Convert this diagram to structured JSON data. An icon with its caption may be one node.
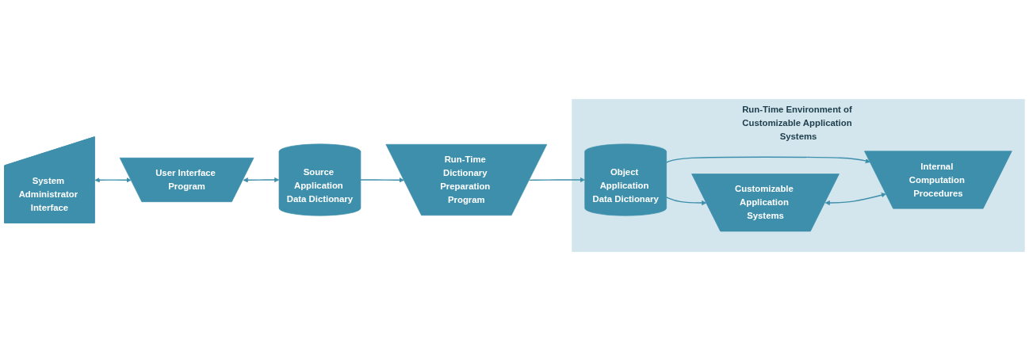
{
  "diagram": {
    "nodes": [
      {
        "text": [
          "System Administrator Interface"
        ]
      },
      {
        "text": [
          "User Interface Program"
        ]
      },
      {
        "text": [
          "Source Application Data Dictionary"
        ]
      },
      {
        "text": [
          "Run-Time Dictionary Preparation Program"
        ]
      },
      {
        "text": [
          "Run-Time Environment of Customizable Application Systems"
        ]
      },
      {
        "text": [
          "Object Application Data Dictionary"
        ],
        "in": 4
      },
      {
        "text": [
          "Internal Computation Procedures"
        ],
        "in": 4
      },
      {
        "text": [
          "Customizable Application Systems"
        ],
        "in": 4
      }
    ],
    "edges": [
      {
        "from": 0,
        "to": 1,
        "arrow": "both"
      },
      {
        "from": 1,
        "to": 2,
        "arrow": "both"
      },
      {
        "from": 2,
        "to": 3,
        "arrow": "to"
      },
      {
        "from": 3,
        "to": 5,
        "arrow": "to"
      },
      {
        "from": 5,
        "to": 6,
        "arrow": "to"
      },
      {
        "from": 5,
        "to": 7,
        "arrow": "to"
      },
      {
        "from": 7,
        "to": 6,
        "arrow": "both"
      }
    ]
  }
}
